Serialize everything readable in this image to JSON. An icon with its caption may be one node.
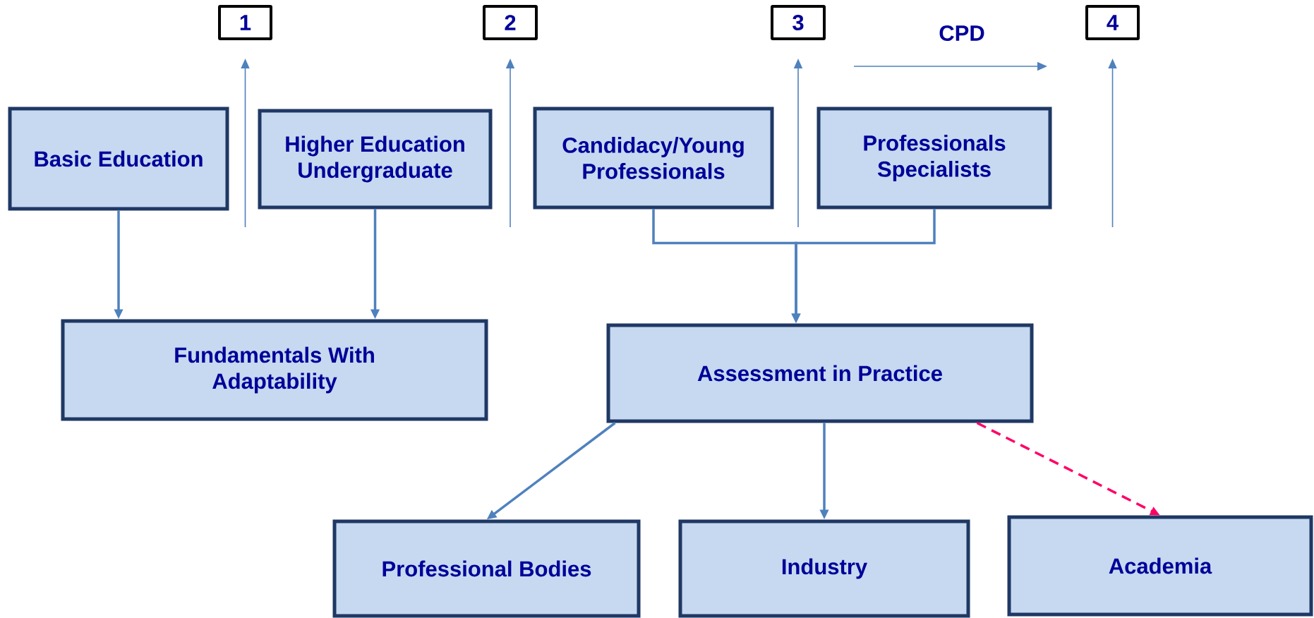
{
  "diagram": {
    "nodes": [
      {
        "text": [
          "1"
        ]
      },
      {
        "text": [
          "2"
        ]
      },
      {
        "text": [
          "3"
        ]
      },
      {
        "text": [
          "4"
        ]
      },
      {
        "text": [
          "Basic Education"
        ]
      },
      {
        "text": [
          "Higher Education Undergraduate"
        ]
      },
      {
        "text": [
          "Candidacy/Young Professionals"
        ]
      },
      {
        "text": [
          "Professionals Specialists"
        ]
      },
      {
        "text": [
          "Fundamentals With Adaptability"
        ]
      },
      {
        "text": [
          "Assessment in Practice"
        ]
      },
      {
        "text": [
          "Professional Bodies"
        ]
      },
      {
        "text": [
          "Industry"
        ]
      },
      {
        "text": [
          "Academia"
        ]
      }
    ],
    "edges": [
      {
        "from": null,
        "to": 0,
        "arrow": "to"
      },
      {
        "from": null,
        "to": 1,
        "arrow": "to"
      },
      {
        "from": null,
        "to": 2,
        "arrow": "to"
      },
      {
        "from": null,
        "to": 3,
        "arrow": "to"
      },
      {
        "from": 4,
        "to": 8,
        "arrow": "to"
      },
      {
        "from": 5,
        "to": 8,
        "arrow": "to"
      },
      {
        "from": 6,
        "to": 9,
        "arrow": "to"
      },
      {
        "from": 7,
        "to": 9,
        "arrow": "to"
      },
      {
        "from": 9,
        "to": 10,
        "arrow": "to"
      },
      {
        "from": 9,
        "to": 11,
        "arrow": "to"
      },
      {
        "from": 9,
        "to": 12,
        "arrow": "to",
        "style": "dashed",
        "color": "#ff0066"
      }
    ],
    "labels": [
      "CPD"
    ]
  }
}
